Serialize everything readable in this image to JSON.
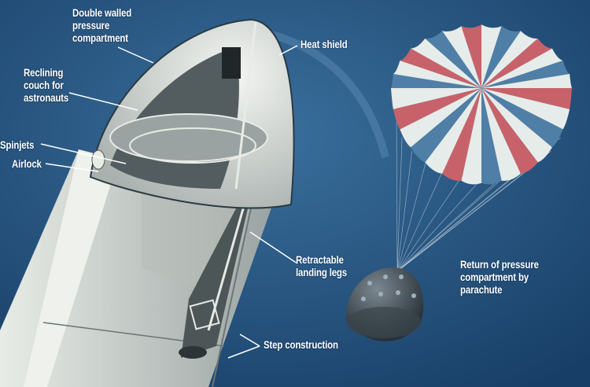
{
  "labels": {
    "double_walled": "Double walled\npressure\ncompartment",
    "heat_shield": "Heat shield",
    "couch": "Reclining\ncouch for\nastronauts",
    "spinjets": "Spinjets",
    "airlock": "Airlock",
    "landing_legs": "Retractable\nlanding legs",
    "return": "Return of pressure\ncompartment by parachute",
    "step": "Step construction"
  },
  "colors": {
    "background": "#1e4c78",
    "chute_red": "#c8626a",
    "chute_white": "#e6ece9",
    "chute_blue": "#4f7fa6",
    "hull": "#d8dcd6"
  }
}
